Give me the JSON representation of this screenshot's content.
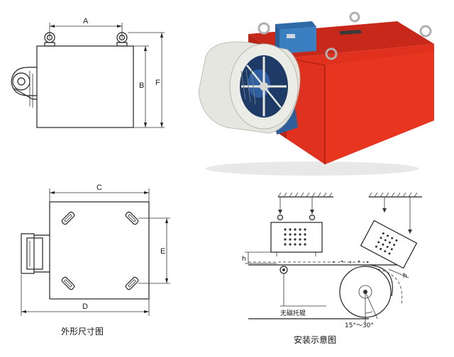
{
  "labels": {
    "A": "A",
    "B": "B",
    "F": "F",
    "C": "C",
    "D": "D",
    "E": "E",
    "h": "h",
    "idler": "无磁托辊",
    "angle": "15°～30°"
  },
  "captions": {
    "outline": "外形尺寸图",
    "install": "安装示意图"
  },
  "colors": {
    "housing": "#e0301e",
    "junction_box": "#3a7fc0",
    "fan_cover": "#e8e8e2",
    "line": "#222222"
  }
}
